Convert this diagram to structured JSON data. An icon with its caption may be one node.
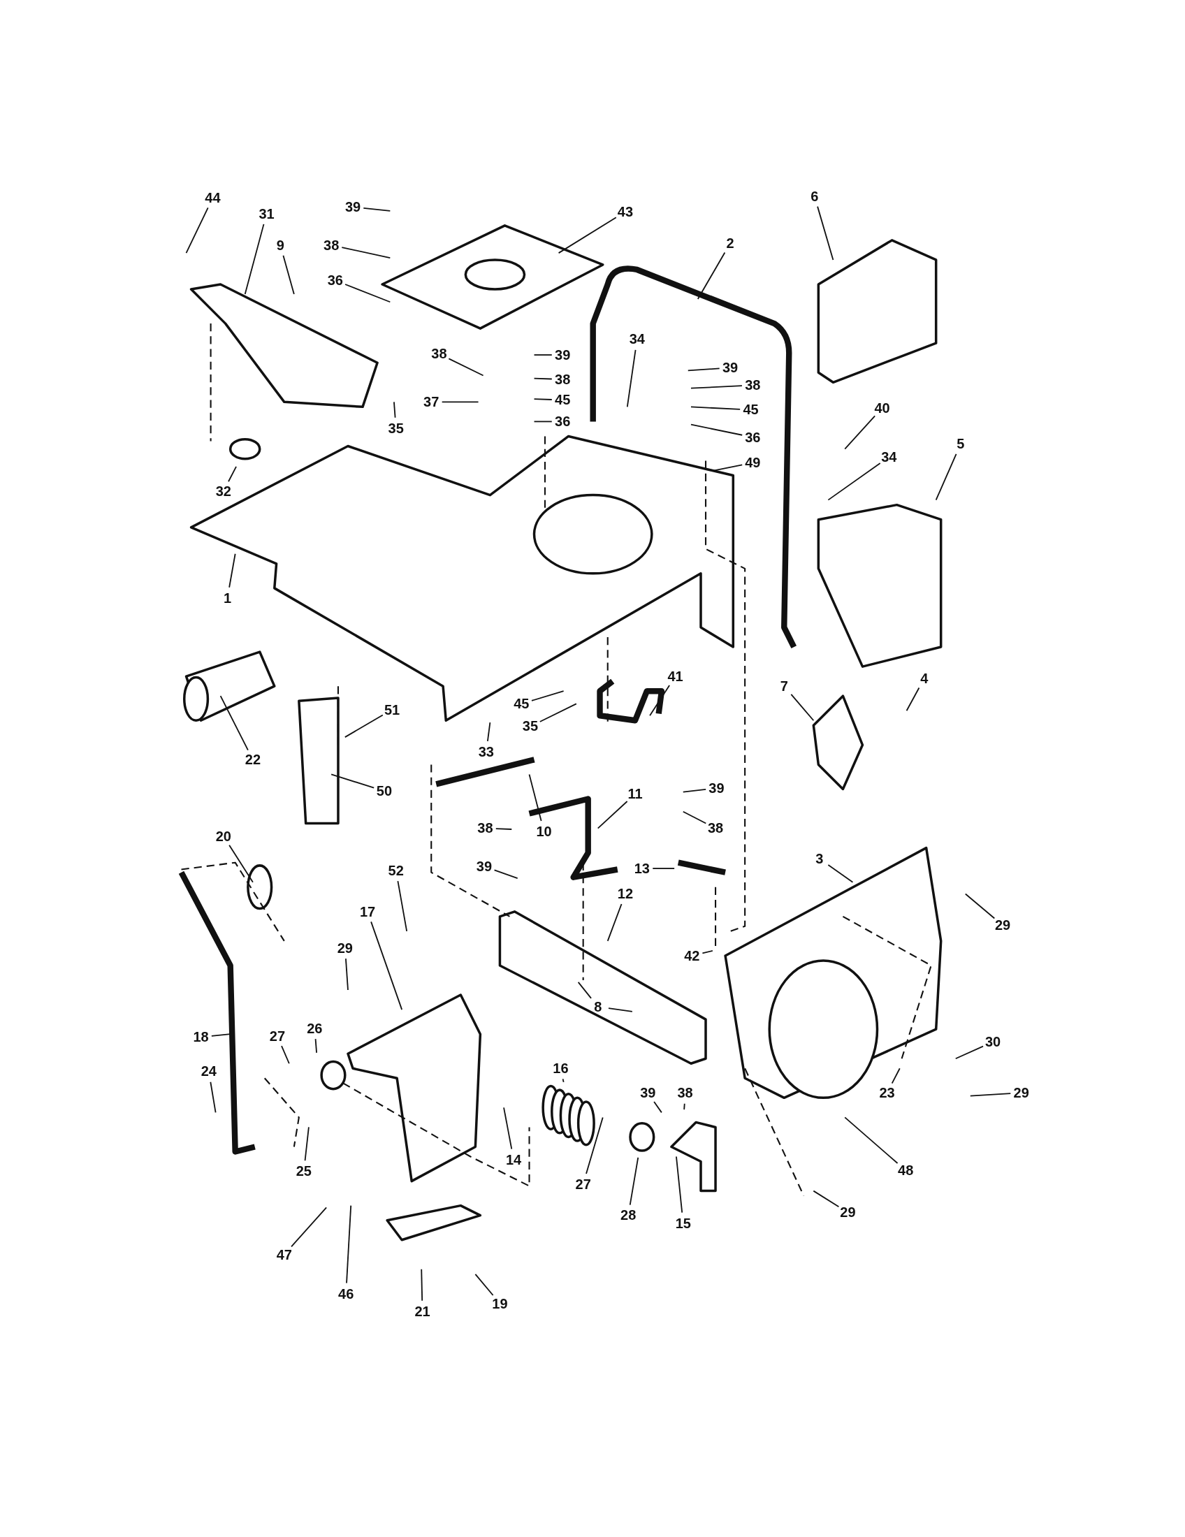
{
  "diagram": {
    "nodes": [
      {
        "text": [
          "44"
        ]
      },
      {
        "text": [
          "31"
        ]
      },
      {
        "text": [
          "39"
        ]
      },
      {
        "text": [
          "43"
        ]
      },
      {
        "text": [
          "6"
        ]
      },
      {
        "text": [
          "9"
        ]
      },
      {
        "text": [
          "38"
        ]
      },
      {
        "text": [
          "2"
        ]
      },
      {
        "text": [
          "36"
        ]
      },
      {
        "text": [
          "34"
        ]
      },
      {
        "text": [
          "38"
        ]
      },
      {
        "text": [
          "39"
        ]
      },
      {
        "text": [
          "39"
        ]
      },
      {
        "text": [
          "38"
        ]
      },
      {
        "text": [
          "38"
        ]
      },
      {
        "text": [
          "37"
        ]
      },
      {
        "text": [
          "45"
        ]
      },
      {
        "text": [
          "40"
        ]
      },
      {
        "text": [
          "45"
        ]
      },
      {
        "text": [
          "36"
        ]
      },
      {
        "text": [
          "35"
        ]
      },
      {
        "text": [
          "36"
        ]
      },
      {
        "text": [
          "5"
        ]
      },
      {
        "text": [
          "34"
        ]
      },
      {
        "text": [
          "49"
        ]
      },
      {
        "text": [
          "32"
        ]
      },
      {
        "text": [
          "1"
        ]
      },
      {
        "text": [
          "4"
        ]
      },
      {
        "text": [
          "41"
        ]
      },
      {
        "text": [
          "7"
        ]
      },
      {
        "text": [
          "45"
        ]
      },
      {
        "text": [
          "51"
        ]
      },
      {
        "text": [
          "35"
        ]
      },
      {
        "text": [
          "33"
        ]
      },
      {
        "text": [
          "22"
        ]
      },
      {
        "text": [
          "39"
        ]
      },
      {
        "text": [
          "50"
        ]
      },
      {
        "text": [
          "11"
        ]
      },
      {
        "text": [
          "38"
        ]
      },
      {
        "text": [
          "38"
        ]
      },
      {
        "text": [
          "10"
        ]
      },
      {
        "text": [
          "20"
        ]
      },
      {
        "text": [
          "39"
        ]
      },
      {
        "text": [
          "13"
        ]
      },
      {
        "text": [
          "52"
        ]
      },
      {
        "text": [
          "3"
        ]
      },
      {
        "text": [
          "12"
        ]
      },
      {
        "text": [
          "17"
        ]
      },
      {
        "text": [
          "29"
        ]
      },
      {
        "text": [
          "29"
        ]
      },
      {
        "text": [
          "42"
        ]
      },
      {
        "text": [
          "8"
        ]
      },
      {
        "text": [
          "27"
        ]
      },
      {
        "text": [
          "26"
        ]
      },
      {
        "text": [
          "18"
        ]
      },
      {
        "text": [
          "30"
        ]
      },
      {
        "text": [
          "23"
        ]
      },
      {
        "text": [
          "24"
        ]
      },
      {
        "text": [
          "16"
        ]
      },
      {
        "text": [
          "39"
        ]
      },
      {
        "text": [
          "38"
        ]
      },
      {
        "text": [
          "29"
        ]
      },
      {
        "text": [
          "14"
        ]
      },
      {
        "text": [
          "48"
        ]
      },
      {
        "text": [
          "25"
        ]
      },
      {
        "text": [
          "27"
        ]
      },
      {
        "text": [
          "29"
        ]
      },
      {
        "text": [
          "28"
        ]
      },
      {
        "text": [
          "15"
        ]
      },
      {
        "text": [
          "47"
        ]
      },
      {
        "text": [
          "46"
        ]
      },
      {
        "text": [
          "21"
        ]
      },
      {
        "text": [
          "19"
        ]
      }
    ],
    "edges": [
      {
        "from": 0,
        "to": null,
        "arrow": "none"
      },
      {
        "from": 1,
        "to": null,
        "arrow": "none"
      },
      {
        "from": 2,
        "to": null,
        "arrow": "none"
      },
      {
        "from": 3,
        "to": null,
        "arrow": "none"
      },
      {
        "from": 4,
        "to": null,
        "arrow": "none"
      },
      {
        "from": 5,
        "to": null,
        "arrow": "none"
      },
      {
        "from": 6,
        "to": null,
        "arrow": "none"
      },
      {
        "from": 7,
        "to": null,
        "arrow": "none"
      },
      {
        "from": 8,
        "to": null,
        "arrow": "none"
      },
      {
        "from": 9,
        "to": null,
        "arrow": "none"
      },
      {
        "from": 10,
        "to": null,
        "arrow": "none"
      },
      {
        "from": 11,
        "to": null,
        "arrow": "none"
      },
      {
        "from": 12,
        "to": null,
        "arrow": "none"
      },
      {
        "from": 13,
        "to": null,
        "arrow": "none"
      },
      {
        "from": 14,
        "to": null,
        "arrow": "none"
      },
      {
        "from": 15,
        "to": null,
        "arrow": "none"
      },
      {
        "from": 16,
        "to": null,
        "arrow": "none"
      },
      {
        "from": 17,
        "to": null,
        "arrow": "none"
      },
      {
        "from": 18,
        "to": null,
        "arrow": "none"
      },
      {
        "from": 19,
        "to": null,
        "arrow": "none"
      },
      {
        "from": 20,
        "to": null,
        "arrow": "none"
      },
      {
        "from": 21,
        "to": null,
        "arrow": "none"
      },
      {
        "from": 22,
        "to": null,
        "arrow": "none"
      },
      {
        "from": 23,
        "to": null,
        "arrow": "none"
      },
      {
        "from": 24,
        "to": null,
        "arrow": "none"
      },
      {
        "from": 25,
        "to": null,
        "arrow": "none"
      },
      {
        "from": 26,
        "to": null,
        "arrow": "none"
      },
      {
        "from": 27,
        "to": null,
        "arrow": "none"
      },
      {
        "from": 28,
        "to": null,
        "arrow": "none"
      },
      {
        "from": 29,
        "to": null,
        "arrow": "none"
      },
      {
        "from": 30,
        "to": null,
        "arrow": "none"
      },
      {
        "from": 31,
        "to": null,
        "arrow": "none"
      },
      {
        "from": 32,
        "to": null,
        "arrow": "none"
      },
      {
        "from": 33,
        "to": null,
        "arrow": "none"
      },
      {
        "from": 34,
        "to": null,
        "arrow": "none"
      },
      {
        "from": 35,
        "to": null,
        "arrow": "none"
      },
      {
        "from": 36,
        "to": null,
        "arrow": "none"
      },
      {
        "from": 37,
        "to": null,
        "arrow": "none"
      },
      {
        "from": 38,
        "to": null,
        "arrow": "none"
      },
      {
        "from": 39,
        "to": null,
        "arrow": "none"
      },
      {
        "from": 40,
        "to": null,
        "arrow": "none"
      },
      {
        "from": 41,
        "to": null,
        "arrow": "none"
      },
      {
        "from": 42,
        "to": null,
        "arrow": "none"
      },
      {
        "from": 43,
        "to": null,
        "arrow": "none"
      },
      {
        "from": 44,
        "to": null,
        "arrow": "none"
      },
      {
        "from": 45,
        "to": null,
        "arrow": "none"
      },
      {
        "from": 46,
        "to": null,
        "arrow": "none"
      },
      {
        "from": 47,
        "to": null,
        "arrow": "none"
      },
      {
        "from": 48,
        "to": null,
        "arrow": "none"
      },
      {
        "from": 49,
        "to": null,
        "arrow": "none"
      },
      {
        "from": 50,
        "to": null,
        "arrow": "none"
      },
      {
        "from": 51,
        "to": null,
        "arrow": "none"
      },
      {
        "from": 51,
        "to": null,
        "arrow": "none"
      },
      {
        "from": 52,
        "to": null,
        "arrow": "none"
      },
      {
        "from": 53,
        "to": null,
        "arrow": "none"
      },
      {
        "from": 54,
        "to": null,
        "arrow": "none"
      },
      {
        "from": 55,
        "to": null,
        "arrow": "none"
      },
      {
        "from": 56,
        "to": null,
        "arrow": "none"
      },
      {
        "from": 57,
        "to": null,
        "arrow": "none"
      },
      {
        "from": 58,
        "to": null,
        "arrow": "none"
      },
      {
        "from": 59,
        "to": null,
        "arrow": "none"
      },
      {
        "from": 60,
        "to": null,
        "arrow": "none"
      },
      {
        "from": 61,
        "to": null,
        "arrow": "none"
      },
      {
        "from": 62,
        "to": null,
        "arrow": "none"
      },
      {
        "from": 63,
        "to": null,
        "arrow": "none"
      },
      {
        "from": 64,
        "to": null,
        "arrow": "none"
      },
      {
        "from": 65,
        "to": null,
        "arrow": "none"
      },
      {
        "from": 66,
        "to": null,
        "arrow": "none"
      },
      {
        "from": 67,
        "to": null,
        "arrow": "none"
      },
      {
        "from": 68,
        "to": null,
        "arrow": "none"
      },
      {
        "from": 69,
        "to": null,
        "arrow": "none"
      },
      {
        "from": 70,
        "to": null,
        "arrow": "none"
      },
      {
        "from": 71,
        "to": null,
        "arrow": "none"
      },
      {
        "from": 72,
        "to": null,
        "arrow": "none"
      }
    ]
  }
}
